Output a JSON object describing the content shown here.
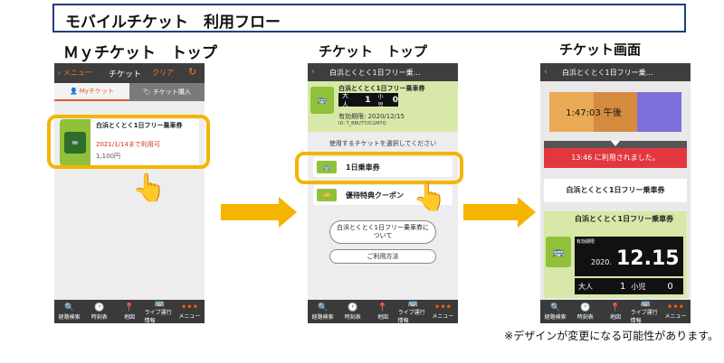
{
  "header": {
    "title": "モバイルチケット　利用フロー"
  },
  "sections": {
    "top": "Ｍｙチケット　トップ",
    "ticket_top": "チケット　トップ",
    "ticket_screen": "チケット画面"
  },
  "note": "※デザインが変更になる可能性があります。",
  "phone1": {
    "back": "メニュー",
    "title": "チケット",
    "clear": "クリア",
    "tab_my": "Myチケット",
    "tab_buy": "チケット購入",
    "card_name": "白浜とくとく1日フリー乗車券",
    "card_valid": "2021/1/14まで利用可",
    "card_price": "1,100円"
  },
  "phone2": {
    "title": "白浜とくとく1日フリー乗…",
    "card_name": "白浜とくとく1日フリー乗車券",
    "adult_label": "大人",
    "adult_count": "1",
    "child_label": "小児",
    "child_count": "0",
    "expiry": "有効期限: 2020/12/15",
    "id": "ID: T_BBUTT/ICGM7Q",
    "prompt": "使用するチケットを選択してください",
    "option1": "1日乗車券",
    "option2": "優待特典クーポン",
    "about_btn": "白浜とくとく1日フリー乗車券について",
    "howto_btn": "ご利用方法"
  },
  "phone3": {
    "title": "白浜とくとく1日フリー乗…",
    "time": "1:47:03 午後",
    "used_msg": "13:46 に利用されました。",
    "ticket_name": "白浜とくとく1日フリー乗車券",
    "card_name": "白浜とくとく1日フリー乗車券",
    "valid_label": "有効期限",
    "year": "2020.",
    "date": "12.15",
    "adult_label": "大人",
    "adult_count": "1",
    "child_label": "小児",
    "child_count": "0"
  },
  "tabbar": [
    {
      "icon": "search-icon",
      "label": "経路検索"
    },
    {
      "icon": "clock-icon",
      "label": "時刻表"
    },
    {
      "icon": "pin-icon",
      "label": "地図"
    },
    {
      "icon": "bus-icon",
      "label": "ライブ運行情報"
    },
    {
      "icon": "more-icon",
      "label": "メニュー"
    }
  ],
  "colors": {
    "accent": "#f5b400",
    "ticket_green": "#8fc13a",
    "red_banner": "#e2373f",
    "purple": "#7d6fd9",
    "orange_block": "#e79a46"
  }
}
